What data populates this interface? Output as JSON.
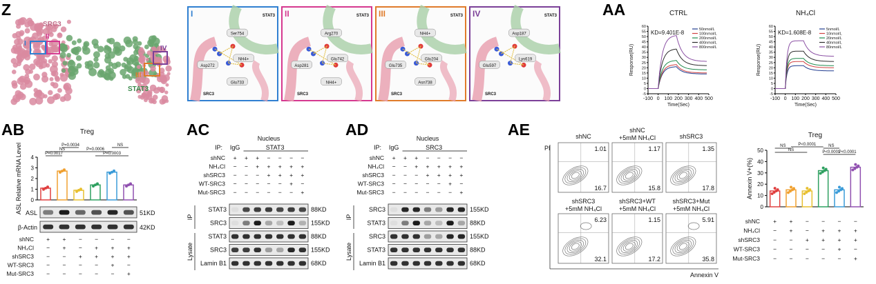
{
  "panels": {
    "Z": {
      "label": "Z",
      "protein_labels": {
        "src3": "SRC3",
        "stat3": "STAT3"
      },
      "box_labels": [
        "I",
        "II",
        "III",
        "IV"
      ],
      "box_colors": [
        "#2f7fd1",
        "#d5388f",
        "#e07b2a",
        "#7b3f98"
      ],
      "insets": [
        {
          "numeral": "I",
          "color": "#2f7fd1",
          "chain_top": "STAT3",
          "chain_bottom": "SRC3",
          "residues": [
            "Ser754",
            "NH4+",
            "Asp272",
            "Glu733"
          ]
        },
        {
          "numeral": "II",
          "color": "#d5388f",
          "chain_top": "STAT3",
          "chain_bottom": "SRC3",
          "residues": [
            "Arg270",
            "Glu742",
            "Asp281",
            "NH4+"
          ]
        },
        {
          "numeral": "III",
          "color": "#e07b2a",
          "chain_top": "STAT3",
          "chain_bottom": "SRC3",
          "residues": [
            "NH4+",
            "Glu204",
            "Glu735",
            "Asn738"
          ]
        },
        {
          "numeral": "IV",
          "color": "#7b3f98",
          "chain_top": "STAT3",
          "chain_bottom": "SRC3",
          "residues": [
            "Asp187",
            "Lys619",
            "Glu597"
          ]
        }
      ]
    },
    "AA": {
      "label": "AA",
      "ylabel": "Response(RU)",
      "xlabel": "Time(Sec)",
      "legend": [
        "50nmol/L",
        "100nmol/L",
        "200nmol/L",
        "400nmol/L",
        "800nmol/L"
      ],
      "colors": [
        "#1f3b8f",
        "#d04040",
        "#1d8a4c",
        "#2b2b2b",
        "#8a4fa3"
      ]
    },
    "AB": {
      "label": "AB",
      "title": "Treg",
      "ylabel": "ASL Relative mRNA Level",
      "pvalues": [
        "P=0.0017",
        "P=0.0034",
        "NS",
        "P=0.0006",
        "NS",
        "P=0.0003"
      ],
      "blot_rows": [
        {
          "name": "ASL",
          "kd": "51KD"
        },
        {
          "name": "β-Actin",
          "kd": "42KD"
        }
      ],
      "conditions": [
        "shNC",
        "NH₄Cl",
        "shSRC3",
        "WT-SRC3",
        "Mut-SRC3"
      ],
      "signs": [
        [
          "+",
          "+",
          "−",
          "−",
          "−",
          "−"
        ],
        [
          "−",
          "+",
          "−",
          "+",
          "+",
          "+"
        ],
        [
          "−",
          "−",
          "+",
          "+",
          "+",
          "+"
        ],
        [
          "−",
          "−",
          "−",
          "−",
          "+",
          "−"
        ],
        [
          "−",
          "−",
          "−",
          "−",
          "−",
          "+"
        ]
      ]
    },
    "AC": {
      "label": "AC",
      "header": "Nucleus",
      "ip_label": "IP:",
      "ip_igg": "IgG",
      "ip_target": "STAT3",
      "conditions": [
        "shNC",
        "NH₄Cl",
        "shSRC3",
        "WT-SRC3",
        "Mut-SRC3"
      ],
      "signs": [
        [
          "+",
          "+",
          "+",
          "−",
          "−",
          "−",
          "−"
        ],
        [
          "−",
          "−",
          "+",
          "+",
          "+",
          "+",
          "+"
        ],
        [
          "−",
          "−",
          "−",
          "+",
          "+",
          "+",
          "+"
        ],
        [
          "−",
          "−",
          "−",
          "−",
          "−",
          "+",
          "−"
        ],
        [
          "−",
          "−",
          "−",
          "−",
          "−",
          "−",
          "+"
        ]
      ],
      "ip_group": "IP",
      "lysate_group": "Lysate",
      "ip_rows": [
        {
          "name": "STAT3",
          "kd": "88KD"
        },
        {
          "name": "SRC3",
          "kd": "155KD"
        }
      ],
      "lysate_rows": [
        {
          "name": "STAT3",
          "kd": "88KD"
        },
        {
          "name": "SRC3",
          "kd": "155KD"
        },
        {
          "name": "Lamin B1",
          "kd": "68KD"
        }
      ]
    },
    "AD": {
      "label": "AD",
      "header": "Nucleus",
      "ip_label": "IP:",
      "ip_igg": "IgG",
      "ip_target": "SRC3",
      "conditions": [
        "shNC",
        "NH₄Cl",
        "shSRC3",
        "WT-SRC3",
        "Mut-SRC3"
      ],
      "signs": [
        [
          "+",
          "+",
          "+",
          "−",
          "−",
          "−",
          "−"
        ],
        [
          "−",
          "−",
          "+",
          "+",
          "+",
          "+",
          "+"
        ],
        [
          "−",
          "−",
          "−",
          "+",
          "+",
          "+",
          "+"
        ],
        [
          "−",
          "−",
          "−",
          "−",
          "−",
          "+",
          "−"
        ],
        [
          "−",
          "−",
          "−",
          "−",
          "−",
          "−",
          "+"
        ]
      ],
      "ip_group": "IP",
      "lysate_group": "Lysate",
      "ip_rows": [
        {
          "name": "SRC3",
          "kd": "155KD"
        },
        {
          "name": "STAT3",
          "kd": "88KD"
        }
      ],
      "lysate_rows": [
        {
          "name": "SRC3",
          "kd": "155KD"
        },
        {
          "name": "STAT3",
          "kd": "88KD"
        },
        {
          "name": "Lamin B1",
          "kd": "68KD"
        }
      ]
    },
    "AE": {
      "label": "AE",
      "flow_axis_y": "PI",
      "flow_axis_x": "Annexin V",
      "flow_plots": [
        {
          "title": "shNC",
          "top": "1.01",
          "bottom": "16.7"
        },
        {
          "title": "shNC\n+5mM NH₄Cl",
          "top": "1.17",
          "bottom": "15.8"
        },
        {
          "title": "shSRC3",
          "top": "1.35",
          "bottom": "17.8"
        },
        {
          "title": "shSRC3\n+5mM NH₄Cl",
          "top": "6.23",
          "bottom": "32.1"
        },
        {
          "title": "shSRC3+WT\n+5mM NH₄Cl",
          "top": "1.15",
          "bottom": "17.2"
        },
        {
          "title": "shSRC3+Mut\n+5mM NH₄Cl",
          "top": "5.91",
          "bottom": "35.8"
        }
      ],
      "bar_title": "Treg",
      "bar_ylabel": "Annexin V+(%)",
      "bar_pvalues": [
        "NS",
        "P<0.0001",
        "NS",
        "NS",
        "P<0.0001",
        "P<0.0001"
      ],
      "conditions": [
        "shNC",
        "NH₄Cl",
        "shSRC3",
        "WT-SRC3",
        "Mut-SRC3"
      ],
      "signs": [
        [
          "+",
          "+",
          "−",
          "−",
          "−",
          "−"
        ],
        [
          "−",
          "+",
          "−",
          "+",
          "+",
          "+"
        ],
        [
          "−",
          "−",
          "+",
          "+",
          "+",
          "+"
        ],
        [
          "−",
          "−",
          "−",
          "−",
          "+",
          "−"
        ],
        [
          "−",
          "−",
          "−",
          "−",
          "−",
          "+"
        ]
      ]
    }
  },
  "chart_data": [
    {
      "type": "line",
      "title": "CTRL",
      "annotation": "KD=9.401E-8",
      "xlabel": "Time(Sec)",
      "ylabel": "Response(RU)",
      "xlim": [
        -100,
        500
      ],
      "ylim": [
        -5,
        60
      ],
      "xticks": [
        "-100",
        "0",
        "100",
        "200",
        "300",
        "400",
        "500"
      ],
      "yticks": [
        "-5",
        "0",
        "5",
        "10",
        "15",
        "20",
        "25",
        "30",
        "35",
        "40",
        "45",
        "50",
        "55",
        "60"
      ],
      "series": [
        {
          "name": "50nmol/L",
          "color": "#1f3b8f",
          "plateau": 21,
          "end": 14
        },
        {
          "name": "100nmol/L",
          "color": "#d04040",
          "plateau": 23,
          "end": 15
        },
        {
          "name": "200nmol/L",
          "color": "#1d8a4c",
          "plateau": 27,
          "end": 18
        },
        {
          "name": "400nmol/L",
          "color": "#2b2b2b",
          "plateau": 38,
          "end": 22
        },
        {
          "name": "800nmol/L",
          "color": "#8a4fa3",
          "plateau": 51,
          "end": 26
        }
      ]
    },
    {
      "type": "line",
      "title": "NH₄Cl",
      "annotation": "KD=1.608E-8",
      "xlabel": "Time(Sec)",
      "ylabel": "Response(RU)",
      "xlim": [
        -100,
        500
      ],
      "ylim": [
        -5,
        60
      ],
      "xticks": [
        "-100",
        "0",
        "100",
        "200",
        "300",
        "400",
        "500"
      ],
      "yticks": [
        "-5",
        "0",
        "5",
        "10",
        "15",
        "20",
        "25",
        "30",
        "35",
        "40",
        "45",
        "50",
        "55",
        "60"
      ],
      "series": [
        {
          "name": "5nmol/L",
          "color": "#1f3b8f",
          "plateau": 22,
          "end": 17
        },
        {
          "name": "10nmol/L",
          "color": "#d04040",
          "plateau": 26,
          "end": 20
        },
        {
          "name": "20nmol/L",
          "color": "#1d8a4c",
          "plateau": 29,
          "end": 22
        },
        {
          "name": "40nmol/L",
          "color": "#2b2b2b",
          "plateau": 36,
          "end": 26
        },
        {
          "name": "80nmol/L",
          "color": "#8a4fa3",
          "plateau": 46,
          "end": 31
        }
      ]
    },
    {
      "type": "bar",
      "title": "Treg",
      "ylabel": "ASL Relative mRNA Level",
      "ylim": [
        0,
        4
      ],
      "yticks": [
        "0",
        "1",
        "2",
        "3",
        "4"
      ],
      "values": [
        1.1,
        2.7,
        0.9,
        1.4,
        2.6,
        1.4
      ],
      "colors": [
        "#e04040",
        "#f0a030",
        "#e8c030",
        "#2ea060",
        "#3a9bd8",
        "#9050b0"
      ]
    },
    {
      "type": "bar",
      "title": "Treg",
      "ylabel": "Annexin V+(%)",
      "ylim": [
        0,
        50
      ],
      "yticks": [
        "0",
        "10",
        "20",
        "30",
        "40",
        "50"
      ],
      "values": [
        14,
        15,
        14,
        32,
        15,
        35
      ],
      "colors": [
        "#e04040",
        "#f0a030",
        "#e8c030",
        "#2ea060",
        "#3a9bd8",
        "#9050b0"
      ]
    }
  ]
}
